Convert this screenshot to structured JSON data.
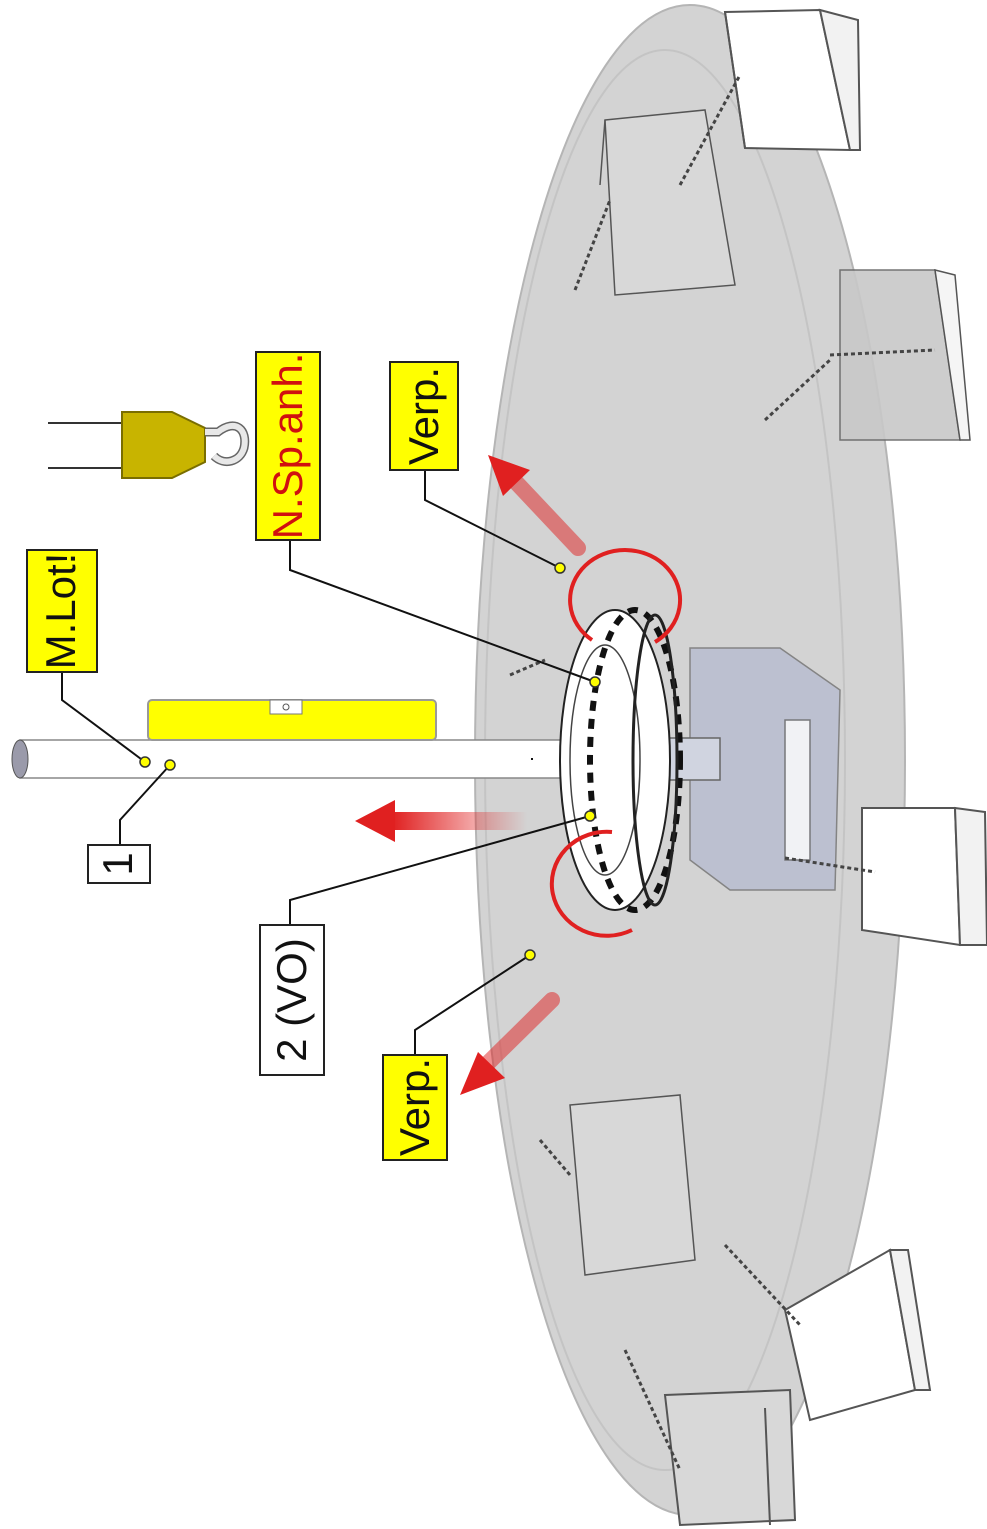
{
  "labels": {
    "m_lot": "M.Lot!",
    "n_sp_anh_prefix": "N.Sp.",
    "n_sp_anh_suffix": "anh.",
    "verp_top": "Verp.",
    "verp_bottom": "Verp.",
    "one": "1",
    "two_vo": "2 (VO)"
  },
  "colors": {
    "callout_yellow": "#ffff00",
    "warning_red": "#e02020",
    "platform_gray": "#d3d3d3",
    "hook_olive": "#c8b400"
  }
}
